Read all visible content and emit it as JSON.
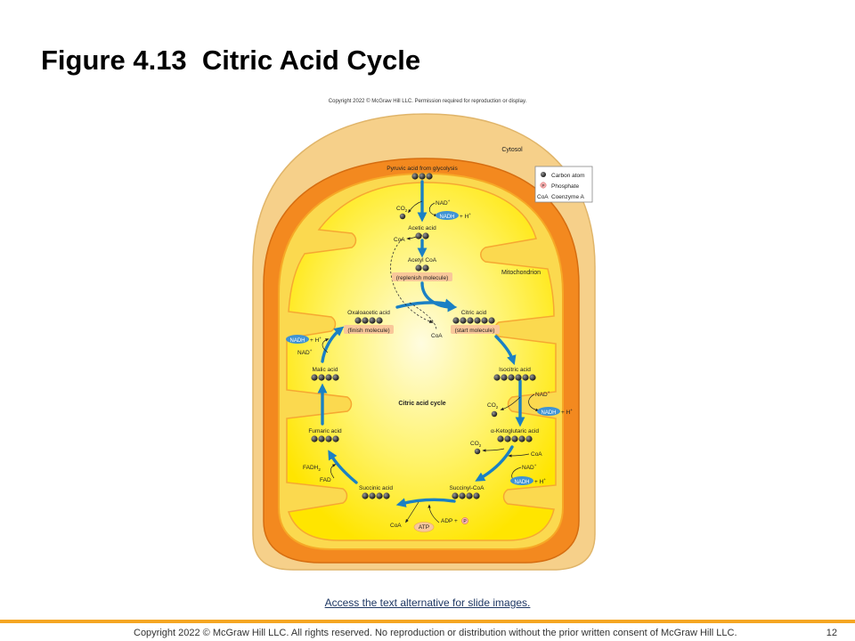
{
  "slide": {
    "title": "Figure 4.13  Citric Acid Cycle",
    "figure_copyright": "Copyright 2022 © McGraw Hill LLC. Permission required for reproduction or display.",
    "access_link": "Access the text alternative for slide images.",
    "footer": "Copyright 2022 © McGraw Hill LLC. All rights reserved. No reproduction or distribution without the prior written consent of McGraw Hill LLC.",
    "page_number": "12"
  },
  "diagram": {
    "cytosol": "Cytosol",
    "mitochondrion": "Mitochondrion",
    "center": "Citric acid cycle",
    "legend": {
      "carbon": "Carbon atom",
      "phosphate": "Phosphate",
      "coa_key": "CoA",
      "coa": "Coenzyme A",
      "p": "P"
    },
    "pyruvic": "Pyruvic acid from glycolysis",
    "acetic": "Acetic acid",
    "acetyl": "Acetyl CoA",
    "replenish": "(replenish molecule)",
    "oxaloacetic": "Oxaloacetic acid",
    "finish": "(finish molecule)",
    "citric": "Citric acid",
    "start": "(start molecule)",
    "isocitric": "Isocitric acid",
    "ketoglutaric": "α-Ketoglutaric acid",
    "succinylcoa": "Succinyl-CoA",
    "succinic": "Succinic acid",
    "fumaric": "Fumaric acid",
    "malic": "Malic acid",
    "co2": "CO",
    "sub2": "2",
    "nad": "NAD",
    "nadh": "NADH",
    "plus": "+",
    "h": "+ H",
    "coa": "CoA",
    "fad": "FAD",
    "fadh": "FADH",
    "adp": "ADP +",
    "p": "P",
    "atp": "ATP"
  }
}
